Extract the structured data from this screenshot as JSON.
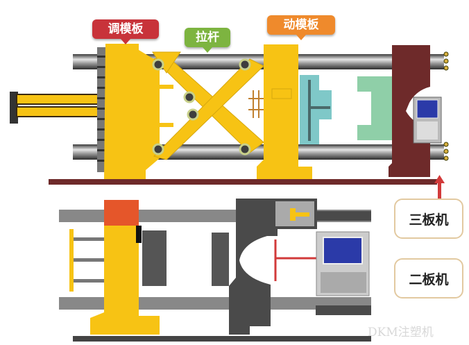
{
  "labels": {
    "adjust_platen": "调模板",
    "tie_bar": "拉杆",
    "moving_platen": "动模板",
    "three_platen": "三板机",
    "two_platen": "二板机"
  },
  "watermark": "DKM注塑机",
  "colors": {
    "adjust_platen_callout": "#c8333a",
    "tie_bar_callout": "#7db440",
    "moving_platen_callout": "#ef8a2c",
    "platen_yellow": "#f7c314",
    "rod_gray": "#8a8a8a",
    "fixed_platen_maroon": "#6e2a2a",
    "mold_teal": "#7fc8c8",
    "mold_green": "#8fcfa8",
    "frame_dark": "#4a4a4a",
    "arrow_red": "#d23a3a",
    "label_border": "#e2c9a0"
  }
}
